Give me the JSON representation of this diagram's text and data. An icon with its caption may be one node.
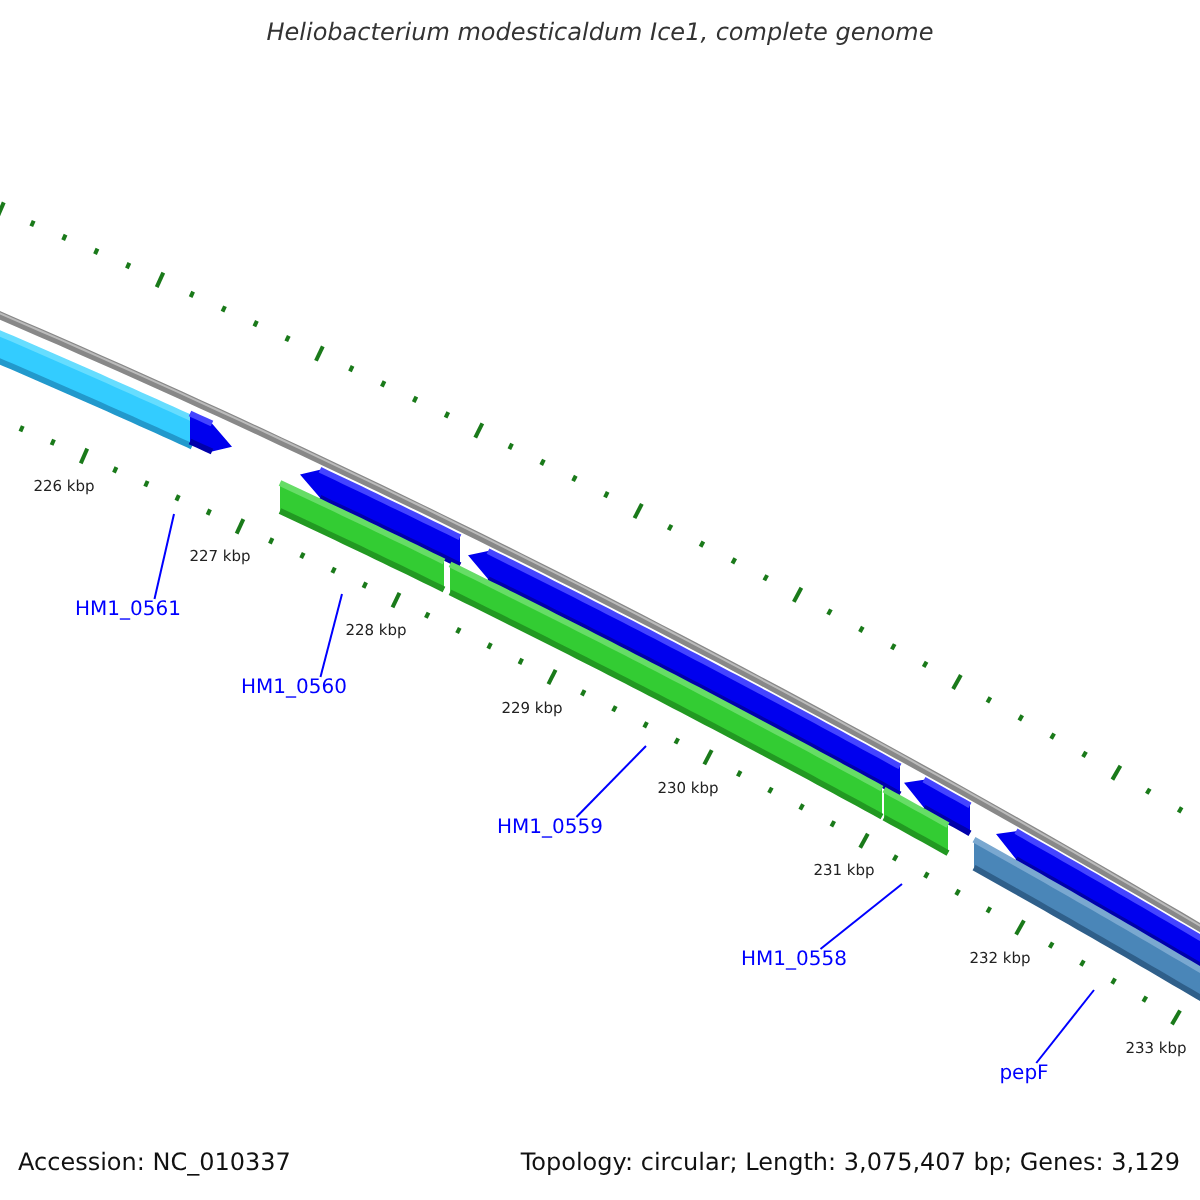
{
  "diagram": {
    "title": "Heliobacterium modesticaldum Ice1, complete genome",
    "nodes": [
      {
        "text": [
          "HM1_0561"
        ]
      },
      {
        "text": [
          "HM1_0560"
        ]
      },
      {
        "text": [
          "HM1_0559"
        ]
      },
      {
        "text": [
          "HM1_0558"
        ]
      },
      {
        "text": [
          "pepF"
        ]
      }
    ],
    "edges": [
      {
        "from": 0,
        "to": null,
        "arrow": "none"
      },
      {
        "from": 1,
        "to": null,
        "arrow": "none"
      },
      {
        "from": 2,
        "to": null,
        "arrow": "none"
      },
      {
        "from": 3,
        "to": null,
        "arrow": "none"
      },
      {
        "from": 4,
        "to": null,
        "arrow": "none"
      }
    ],
    "labels": [
      "226 kbp",
      "227 kbp",
      "228 kbp",
      "229 kbp",
      "230 kbp",
      "231 kbp",
      "232 kbp",
      "233 kbp",
      "Accession: NC_010337",
      "Topology: circular; Length: 3,075,407 bp; Genes: 3,129"
    ]
  }
}
